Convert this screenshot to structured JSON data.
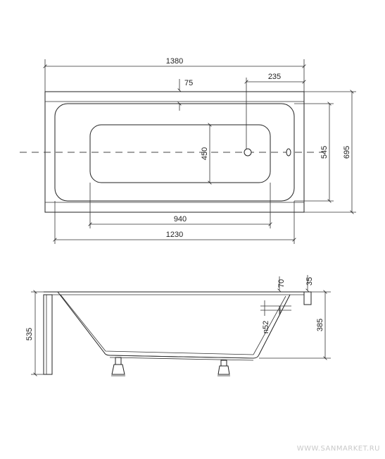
{
  "top_view": {
    "overall_length": "1380",
    "overall_width": "695",
    "inner_width": "545",
    "bottom_length": "940",
    "inner_length": "1230",
    "bottom_width": "450",
    "drain_offset": "235",
    "rim_offset": "75"
  },
  "side_view": {
    "height_total": "535",
    "depth": "385",
    "overflow_top": "70",
    "overflow_offset": "35",
    "overflow_hole": "n52"
  },
  "watermark": "WWW.SANMARKET.RU"
}
